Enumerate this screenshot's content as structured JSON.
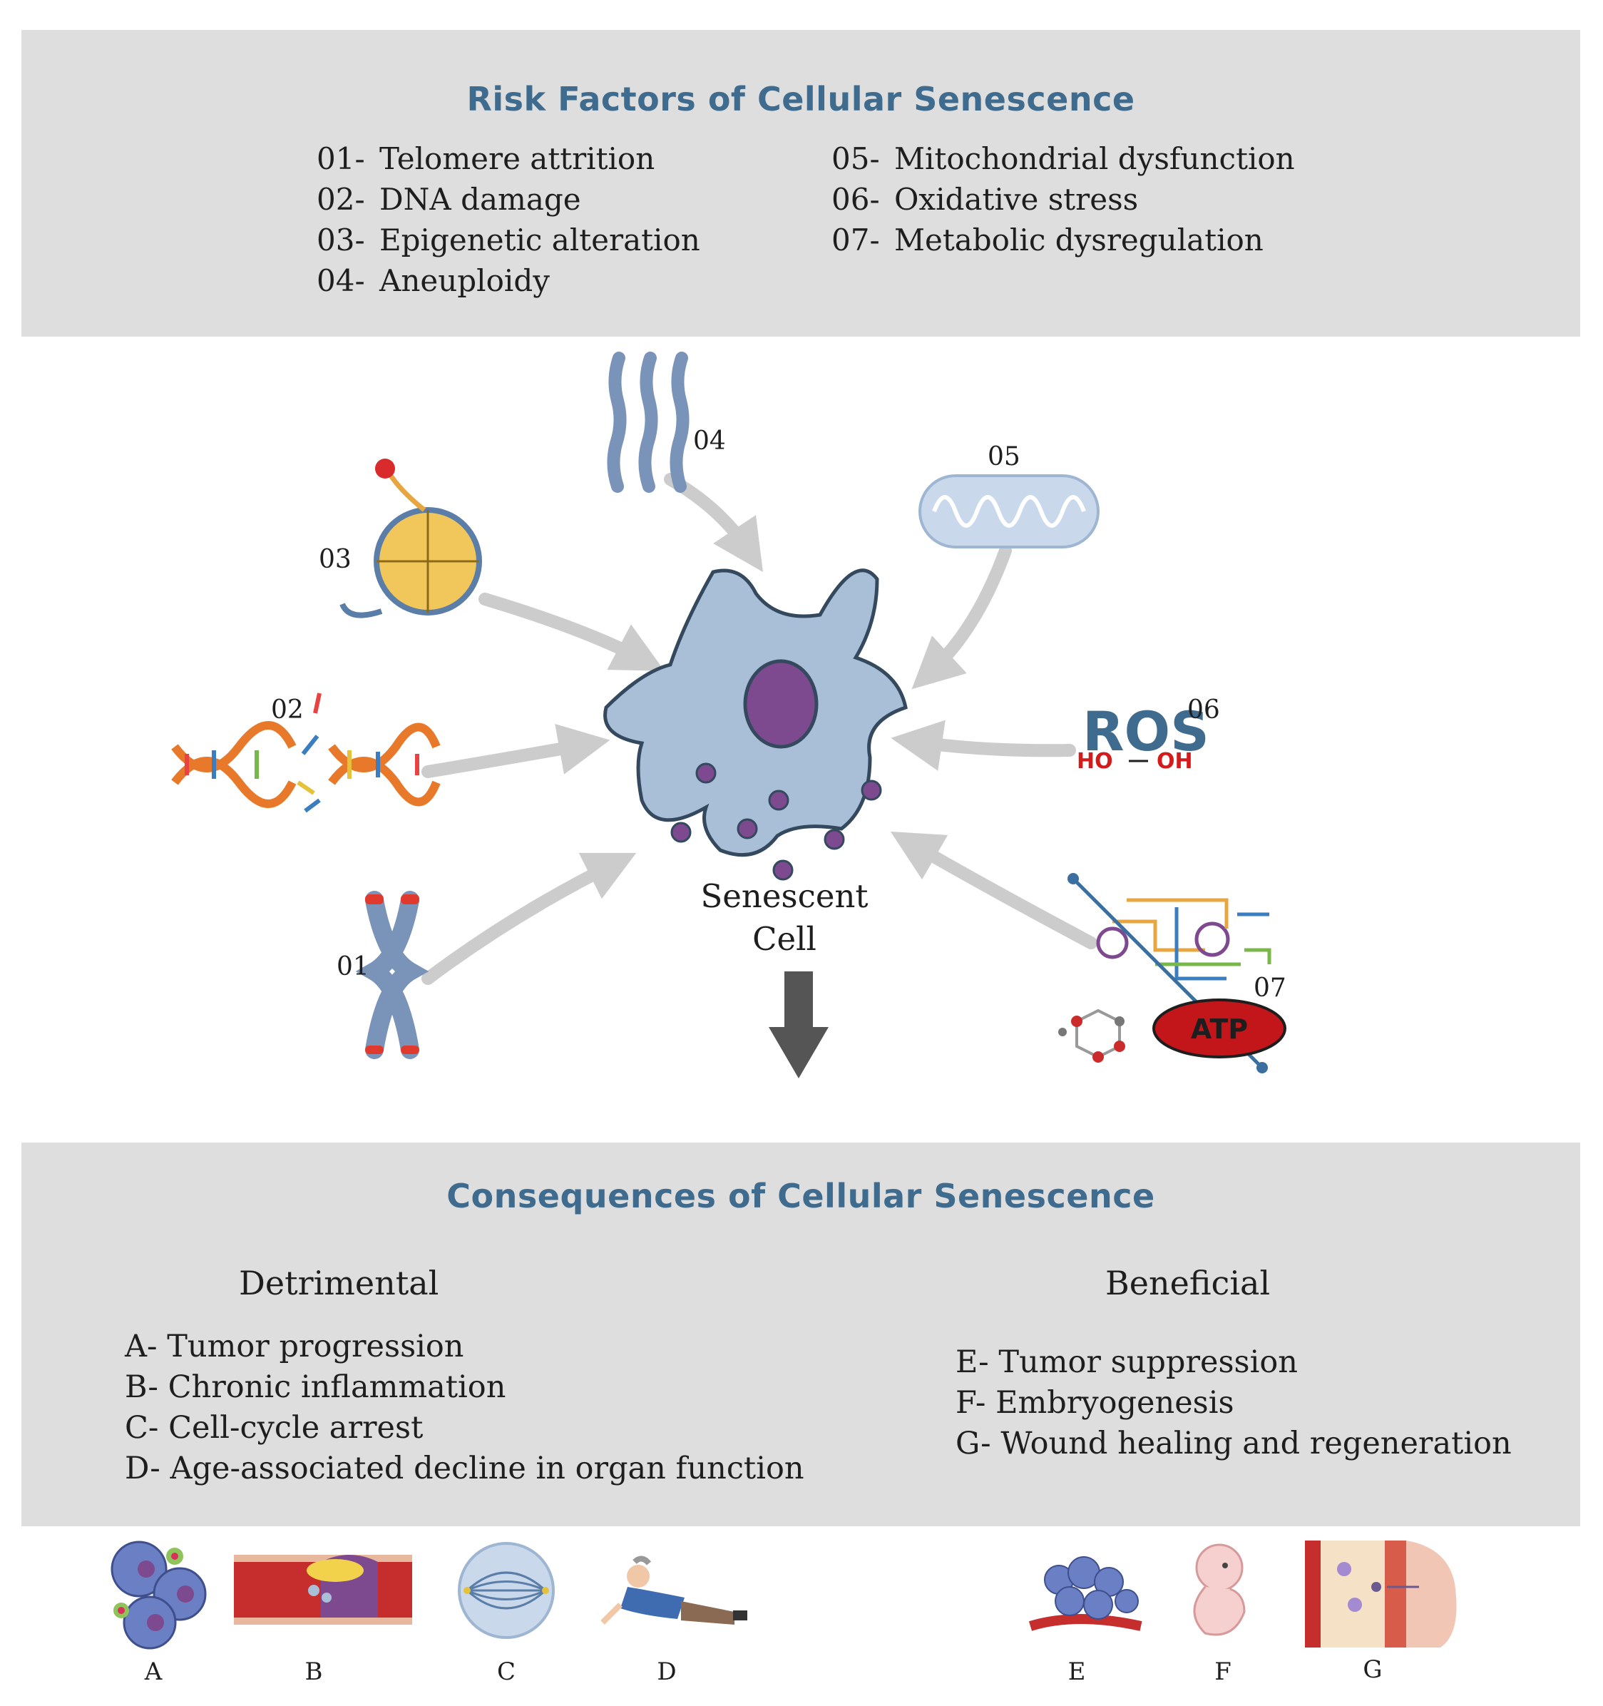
{
  "risk_panel": {
    "title": "Risk Factors of Cellular Senescence",
    "left_items": [
      {
        "num": "01-",
        "label": "Telomere attrition"
      },
      {
        "num": "02-",
        "label": "DNA damage"
      },
      {
        "num": "03-",
        "label": "Epigenetic alteration"
      },
      {
        "num": "04-",
        "label": "Aneuploidy"
      }
    ],
    "right_items": [
      {
        "num": "05-",
        "label": "Mitochondrial dysfunction"
      },
      {
        "num": "06-",
        "label": "Oxidative stress"
      },
      {
        "num": "07-",
        "label": "Metabolic dysregulation"
      }
    ]
  },
  "diagram": {
    "center_label_line1": "Senescent",
    "center_label_line2": "Cell",
    "markers": {
      "m01": "01",
      "m02": "02",
      "m03": "03",
      "m04": "04",
      "m05": "05",
      "m06": "06",
      "m07": "07"
    },
    "ros_text": "ROS",
    "ros_ho": "HO",
    "ros_oh": "OH",
    "atp_text": "ATP",
    "colors": {
      "cell_body": "#a9bfd8",
      "nucleus": "#7e4a8f",
      "arrow_gray": "#cccccc",
      "down_arrow": "#555555"
    }
  },
  "consequences_panel": {
    "title": "Consequences of Cellular Senescence",
    "detrimental_heading": "Detrimental",
    "beneficial_heading": "Beneficial",
    "detrimental_items": [
      "A- Tumor progression",
      "B- Chronic inflammation",
      "C- Cell-cycle arrest",
      "D- Age-associated decline in organ function"
    ],
    "beneficial_items": [
      "E- Tumor suppression",
      "F- Embryogenesis",
      "G- Wound healing and regeneration"
    ]
  },
  "thumbnails": {
    "labels": {
      "a": "A",
      "b": "B",
      "c": "C",
      "d": "D",
      "e": "E",
      "f": "F",
      "g": "G"
    },
    "icons": {
      "a": "tumor-cells-icon",
      "b": "inflamed-vessel-icon",
      "c": "mitotic-spindle-icon",
      "d": "fallen-elderly-person-icon",
      "e": "tumor-cluster-icon",
      "f": "embryo-icon",
      "g": "wound-healing-icon"
    }
  }
}
